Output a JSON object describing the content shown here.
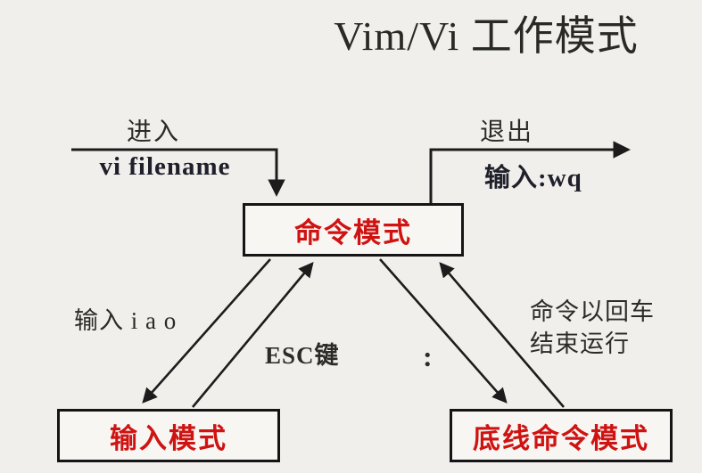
{
  "title": "Vim/Vi 工作模式",
  "colors": {
    "background": "#f0efec",
    "box_background": "#f7f6f3",
    "line": "#1c1c1c",
    "mode_text_red": "#cf1312",
    "label_text": "#2b2b27"
  },
  "enter_flow": {
    "label": "进入",
    "command": "vi filename"
  },
  "exit_flow": {
    "label": "退出",
    "command": "输入:wq"
  },
  "nodes": {
    "command_mode": {
      "label": "命令模式"
    },
    "insert_mode": {
      "label": "输入模式"
    },
    "lastline_mode": {
      "label": "底线命令模式"
    }
  },
  "transitions": {
    "to_insert": "输入 i a o",
    "esc_key": "ESC键",
    "colon": ":",
    "lastline_note_line1": "命令以回车",
    "lastline_note_line2": "结束运行"
  }
}
